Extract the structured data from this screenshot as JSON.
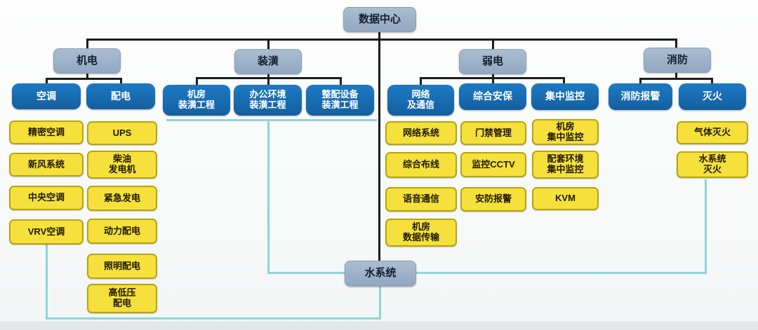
{
  "colors": {
    "level_node_fill": "#9db2c7",
    "category_node_fill": "#1a70b8",
    "leaf_fill": "#f6e13c",
    "leaf_border": "#b7a40e",
    "tree_line": "#1c1c1c",
    "water_line": "#8fd3d8"
  },
  "tree": {
    "root": {
      "label": "数据中心"
    },
    "branches": [
      {
        "label": "机电",
        "children": [
          {
            "label": "空调",
            "items": [
              "精密空调",
              "新风系统",
              "中央空调",
              "VRV空调"
            ]
          },
          {
            "label": "配电",
            "items": [
              "UPS",
              "柴油\n发电机",
              "紧急发电",
              "动力配电",
              "照明配电",
              "高低压\n配电"
            ]
          }
        ]
      },
      {
        "label": "装潢",
        "children": [
          {
            "label": "机房\n装潢工程",
            "items": []
          },
          {
            "label": "办公环境\n装潢工程",
            "items": []
          },
          {
            "label": "整配设备\n装潢工程",
            "items": []
          }
        ]
      },
      {
        "label": "弱电",
        "children": [
          {
            "label": "网络\n及通信",
            "items": [
              "网络系统",
              "综合布线",
              "语音通信",
              "机房\n数据传输"
            ]
          },
          {
            "label": "综合安保",
            "items": [
              "门禁管理",
              "监控CCTV",
              "安防报警"
            ]
          },
          {
            "label": "集中监控",
            "items": [
              "机房\n集中监控",
              "配套环境\n集中监控",
              "KVM"
            ]
          }
        ]
      },
      {
        "label": "消防",
        "children": [
          {
            "label": "消防报警",
            "items": []
          },
          {
            "label": "灭火",
            "items": [
              "气体灭火",
              "水系统\n灭火"
            ]
          }
        ]
      }
    ],
    "water": {
      "label": "水系统"
    }
  }
}
